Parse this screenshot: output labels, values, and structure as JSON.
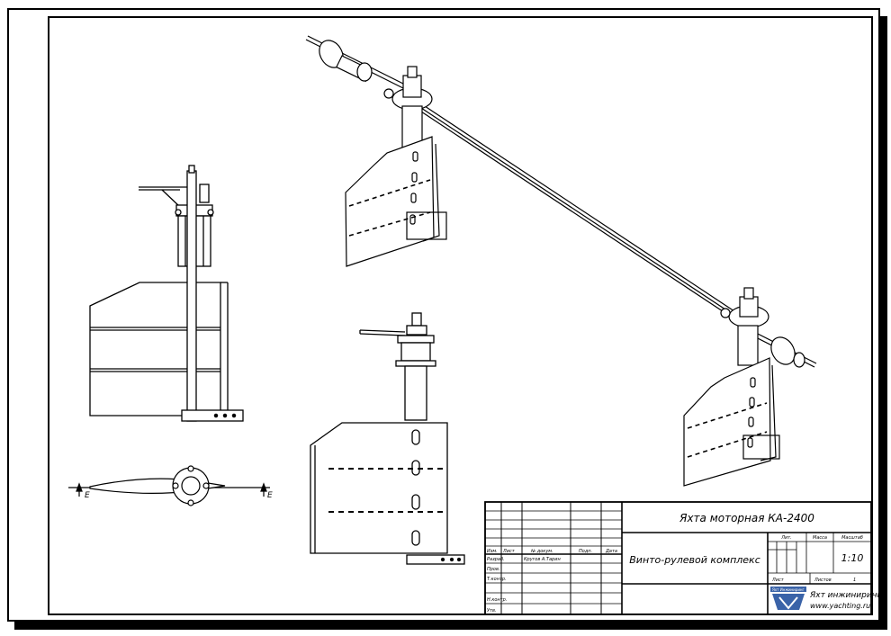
{
  "title_block": {
    "product": "Яхта моторная КА-2400",
    "drawing_name": "Винто-рулевой комплекс",
    "scale_label": "Масштаб",
    "scale": "1:10",
    "lit_label": "Лит.",
    "mass_label": "Масса",
    "sheet_label": "Лист",
    "sheets_label": "Листов",
    "sheet_no": "1",
    "company": "Яхт инжиниринг",
    "website": "www.yachting.ru",
    "logo_text": "Яхт Инжиниринг",
    "rows": {
      "izm": "Изм.",
      "list": "Лист",
      "doc": "№ докум.",
      "sign": "Подп.",
      "date": "Дата",
      "razrab": "Разраб.",
      "razrab_name": "Кругов А.Тарин",
      "prov": "Пров.",
      "t_kontr": "Т.контр.",
      "n_kontr": "Н.контр.",
      "utv": "Утв."
    }
  },
  "section_marks": {
    "left": "Е",
    "right": "Е"
  },
  "colors": {
    "line": "#000000",
    "logo_blue": "#3a63a8"
  }
}
